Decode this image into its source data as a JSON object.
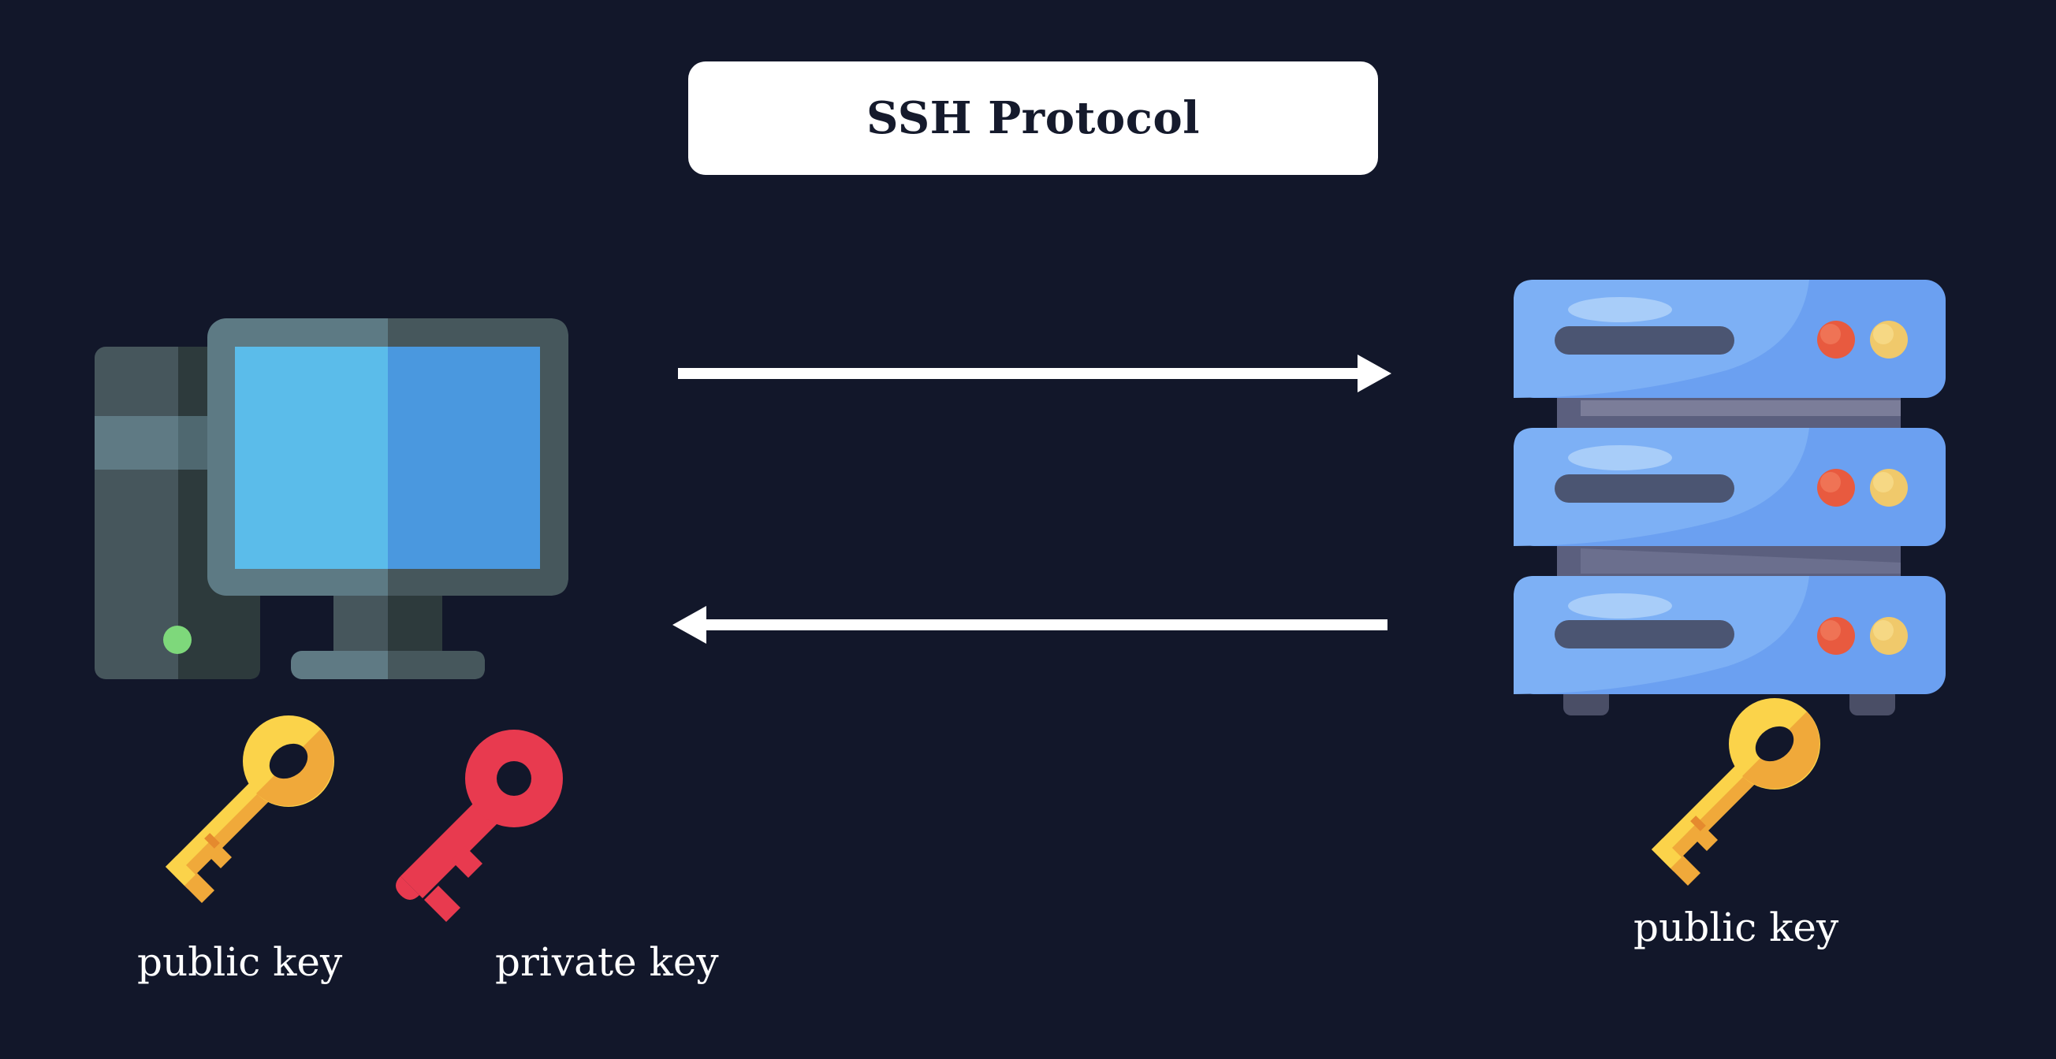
{
  "title": "SSH Protocol",
  "client": {
    "labels": {
      "public_key": "public key",
      "private_key": "private key"
    }
  },
  "server": {
    "labels": {
      "public_key": "public key"
    }
  },
  "colors": {
    "background": "#12172a",
    "arrow": "#ffffff",
    "public_key": "#f5c340",
    "private_key": "#e83a4f",
    "server": "#6d9ff0",
    "monitor_screen": "#5bbcea"
  }
}
